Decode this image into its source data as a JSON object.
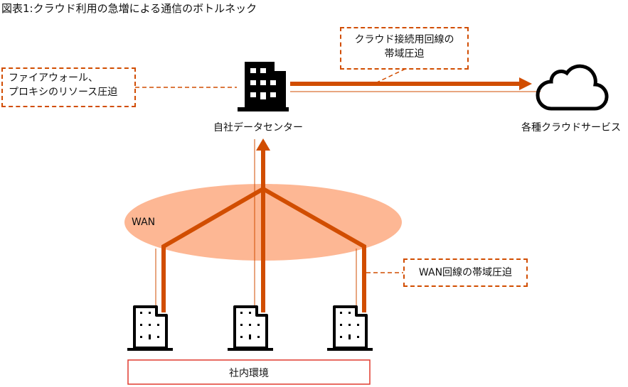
{
  "title": "図表1:クラウド利用の急増による通信のボトルネック",
  "labels": {
    "datacenter": "自社データセンター",
    "cloud": "各種クラウドサービス",
    "wan": "WAN",
    "internal": "社内環境"
  },
  "callouts": {
    "firewall_line1": "ファイアウォール、",
    "firewall_line2": "プロキシのリソース圧迫",
    "cloud_line1": "クラウド接続用回線の",
    "cloud_line2": "帯域圧迫",
    "wan": "WAN回線の帯域圧迫"
  },
  "colors": {
    "accent": "#d14d00",
    "wan_fill": "#fdb794",
    "internal_border": "#e03a2e"
  }
}
